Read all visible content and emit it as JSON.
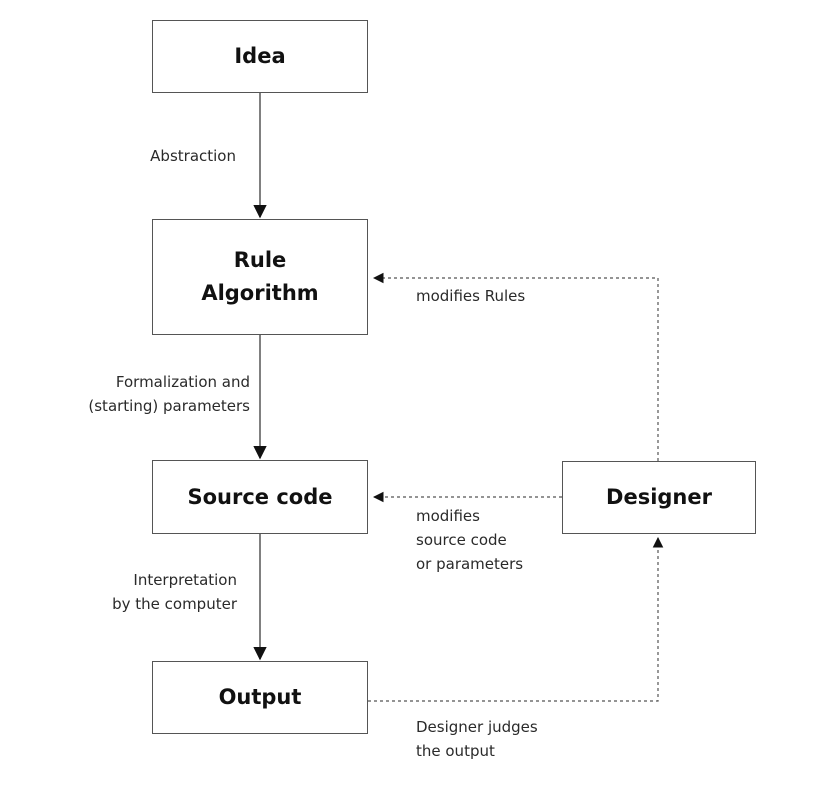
{
  "nodes": {
    "idea": "Idea",
    "rule_line1": "Rule",
    "rule_line2": "Algorithm",
    "source": "Source code",
    "output": "Output",
    "designer": "Designer"
  },
  "edges": {
    "abstraction": "Abstraction",
    "formalization_line1": "Formalization and",
    "formalization_line2": "(starting) parameters",
    "interpretation_line1": "Interpretation",
    "interpretation_line2": "by the computer",
    "modifies_rules": "modifies Rules",
    "modifies_source_line1": "modifies",
    "modifies_source_line2": "source code",
    "modifies_source_line3": "or parameters",
    "judges_line1": "Designer judges",
    "judges_line2": "the output"
  }
}
